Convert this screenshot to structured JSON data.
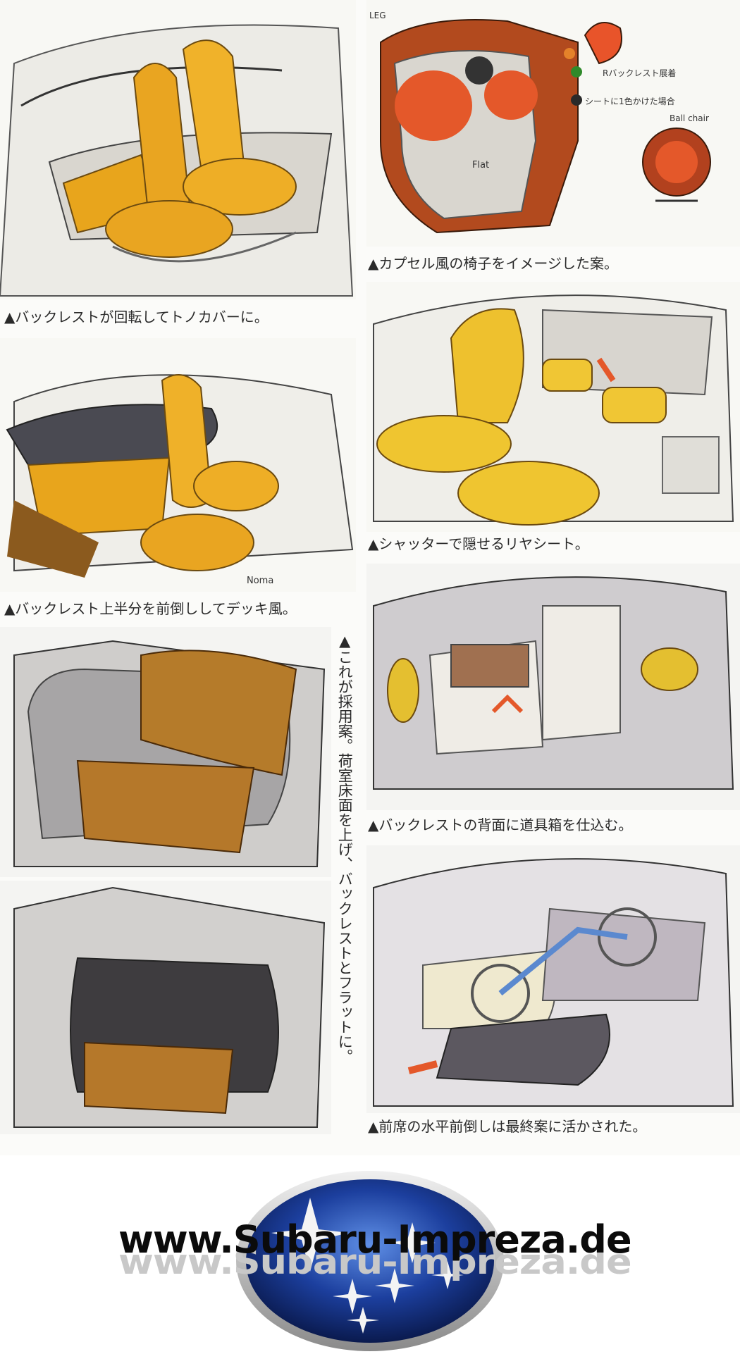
{
  "captions": {
    "c1": "▲バックレストが回転してトノカバーに。",
    "c2": "▲カプセル風の椅子をイメージした案。",
    "c3": "▲バックレスト上半分を前倒ししてデッキ風。",
    "c4": "▲シャッターで隠せるリヤシート。",
    "c5": "▲バックレストの背面に道具箱を仕込む。",
    "c6": "▲前席の水平前倒しは最終案に活かされた。",
    "vertical": "▲これが採用案。荷室床面を上げ、バックレストとフラットに。"
  },
  "sketch_notes": {
    "leg": "LEG",
    "flat": "Flat",
    "backrest_note": "Rバックレスト展着",
    "color_note": "シートに1色かけた場合",
    "ball_chair": "Ball chair",
    "signature": "Noma"
  },
  "footer": {
    "url": "www.Subaru-Impreza.de"
  },
  "colors": {
    "seat_yellow": "#e8a51c",
    "seat_orange": "#d8822a",
    "logo_blue": "#1c3f9e",
    "sketch_gray": "#8c8a8e"
  }
}
